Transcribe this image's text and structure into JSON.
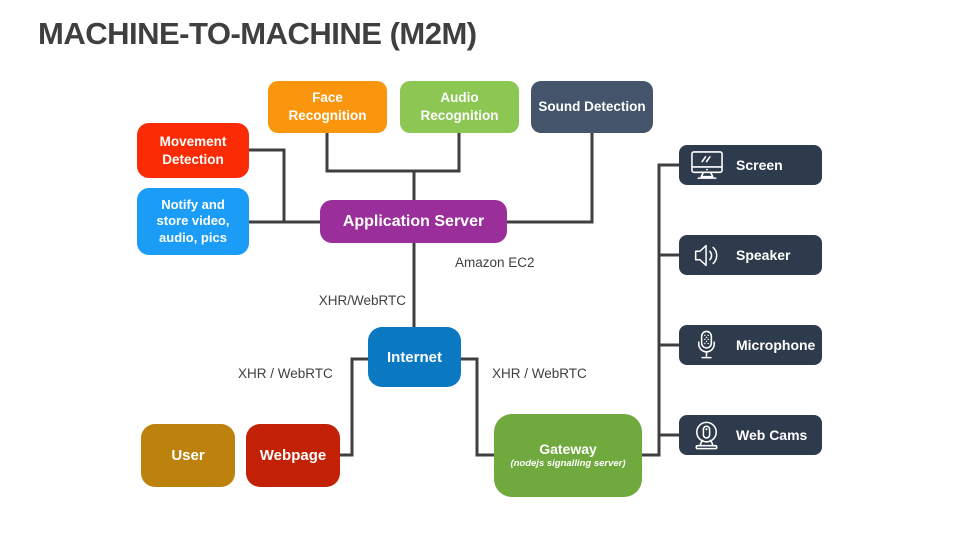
{
  "title": "MACHINE-TO-MACHINE (M2M)",
  "colors": {
    "line": "#3F3F3F",
    "device_box": "#2E3B4C"
  },
  "boxes": {
    "face": {
      "label": "Face Recognition",
      "color": "#F9960D"
    },
    "audio": {
      "label": "Audio Recognition",
      "color": "#8CC653"
    },
    "sound": {
      "label": "Sound Detection",
      "color": "#44546A"
    },
    "movement": {
      "label": "Movement Detection",
      "color": "#FA2B05"
    },
    "notify": {
      "label": "Notify and store video, audio, pics",
      "color": "#1A9CF7"
    },
    "app_server": {
      "label": "Application Server",
      "color": "#9A2E9B"
    },
    "internet": {
      "label": "Internet",
      "color": "#0B78C2"
    },
    "user": {
      "label": "User",
      "color": "#BD820E"
    },
    "webpage": {
      "label": "Webpage",
      "color": "#C32105"
    },
    "gateway": {
      "label": "Gateway",
      "sublabel": "(nodejs signalling server)",
      "color": "#70A93D"
    }
  },
  "devices": [
    {
      "label": "Screen",
      "icon": "screen-icon"
    },
    {
      "label": "Speaker",
      "icon": "speaker-icon"
    },
    {
      "label": "Microphone",
      "icon": "microphone-icon"
    },
    {
      "label": "Web Cams",
      "icon": "webcam-icon"
    }
  ],
  "annotations": {
    "amazon": "Amazon EC2",
    "xhr_top": "XHR/WebRTC",
    "xhr_left": "XHR / WebRTC",
    "xhr_right": "XHR / WebRTC"
  },
  "connections": [
    {
      "from": "Face Recognition",
      "to": "Application Server"
    },
    {
      "from": "Audio Recognition",
      "to": "Application Server"
    },
    {
      "from": "Sound Detection",
      "to": "Application Server"
    },
    {
      "from": "Movement Detection",
      "to": "Application Server"
    },
    {
      "from": "Notify and store video, audio, pics",
      "to": "Application Server"
    },
    {
      "from": "Application Server",
      "to": "Internet",
      "label": "XHR/WebRTC"
    },
    {
      "from": "Internet",
      "to": "Webpage",
      "label": "XHR / WebRTC"
    },
    {
      "from": "Internet",
      "to": "Gateway (nodejs signalling server)",
      "label": "XHR / WebRTC"
    },
    {
      "from": "Gateway (nodejs signalling server)",
      "to": "Screen"
    },
    {
      "from": "Gateway (nodejs signalling server)",
      "to": "Speaker"
    },
    {
      "from": "Gateway (nodejs signalling server)",
      "to": "Microphone"
    },
    {
      "from": "Gateway (nodejs signalling server)",
      "to": "Web Cams"
    }
  ]
}
